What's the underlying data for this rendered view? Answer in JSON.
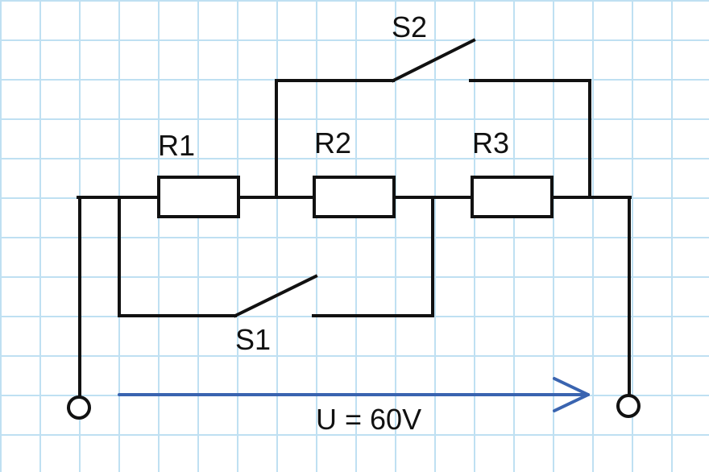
{
  "colors": {
    "background": "#ffffff",
    "grid": "#bfe0f2",
    "wire": "#111111",
    "arrow": "#3a64b0"
  },
  "labels": {
    "r1": "R1",
    "r2": "R2",
    "r3": "R3",
    "s1": "S1",
    "s2": "S2",
    "voltage": "U = 60V"
  }
}
